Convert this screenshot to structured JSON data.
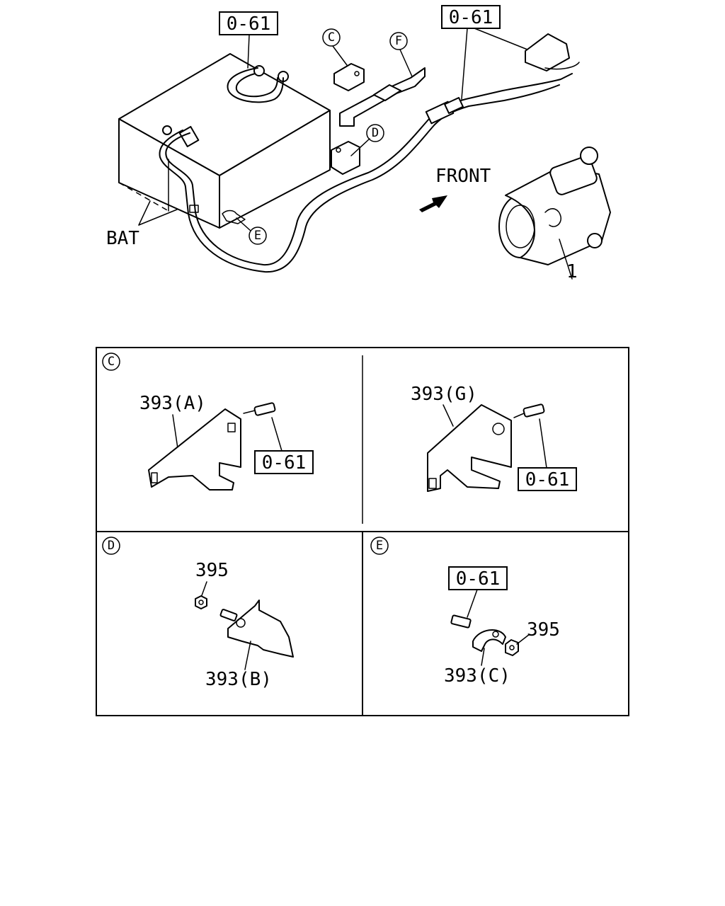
{
  "overview": {
    "ref_label_left": "0-61",
    "ref_label_right": "0-61",
    "battery_label": "BAT",
    "front_label": "FRONT",
    "starter_part_number": "1",
    "callouts": [
      "C",
      "F",
      "D",
      "E"
    ]
  },
  "panels": [
    {
      "id": "C",
      "part_label": "393(A)",
      "ref_label": "0-61"
    },
    {
      "id": "",
      "part_label": "393(G)",
      "ref_label": "0-61"
    },
    {
      "id": "D",
      "part_label": "393(B)",
      "nut_label": "395"
    },
    {
      "id": "E",
      "part_label": "393(C)",
      "nut_label": "395",
      "ref_label": "0-61"
    }
  ]
}
